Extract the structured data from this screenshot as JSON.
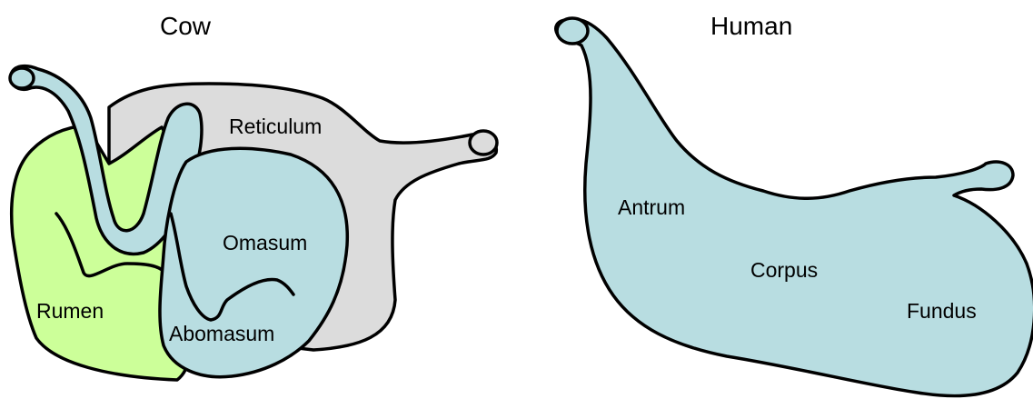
{
  "titles": {
    "cow": "Cow",
    "human": "Human"
  },
  "cow_parts": {
    "rumen": "Rumen",
    "reticulum": "Reticulum",
    "omasum": "Omasum",
    "abomasum": "Abomasum"
  },
  "human_parts": {
    "antrum": "Antrum",
    "corpus": "Corpus",
    "fundus": "Fundus"
  },
  "colors": {
    "stomach_blue": "#b8dde1",
    "rumen_green": "#ccff99",
    "reticulum_gray": "#dcdcdc",
    "outline": "#000000"
  }
}
